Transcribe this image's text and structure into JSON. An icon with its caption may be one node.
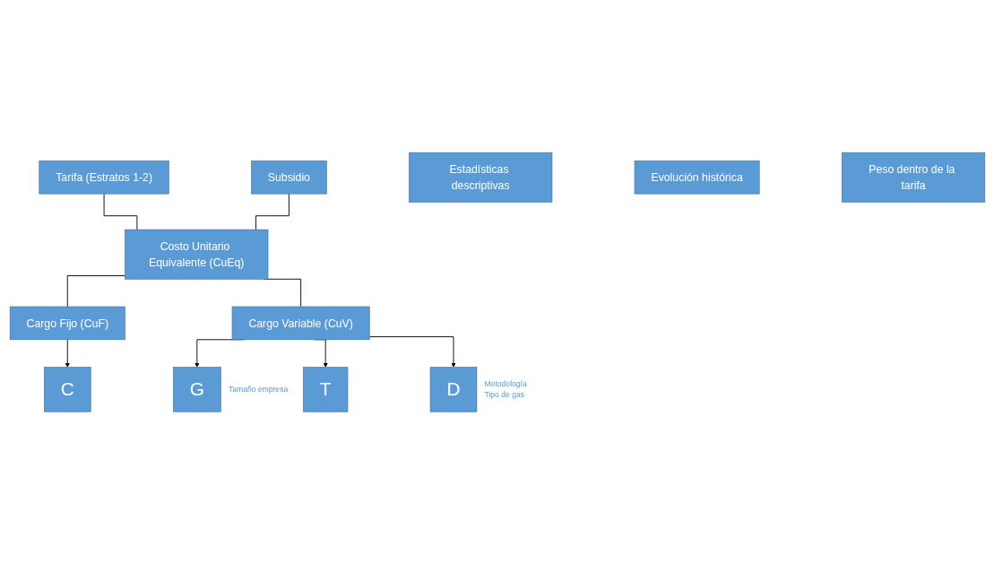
{
  "diagram": {
    "nodes": [
      {
        "text": [
          "Tarifa (Estratos 1-2)"
        ]
      },
      {
        "text": [
          "Subsidio"
        ]
      },
      {
        "text": [
          "Costo Unitario Equivalente (CuEq)"
        ]
      },
      {
        "text": [
          "Cargo Fijo (CuF)"
        ]
      },
      {
        "text": [
          "Cargo Variable (CuV)"
        ]
      },
      {
        "text": [
          "C"
        ]
      },
      {
        "text": [
          "G"
        ],
        "beside": [
          "Tamaño empresa"
        ]
      },
      {
        "text": [
          "T"
        ]
      },
      {
        "text": [
          "D"
        ],
        "beside": [
          "Metodología",
          "Tipo de gas"
        ]
      },
      {
        "text": [
          "Estadísticas descriptivas"
        ]
      },
      {
        "text": [
          "Evolución histórica"
        ]
      },
      {
        "text": [
          "Peso dentro de la tarifa"
        ]
      }
    ],
    "edges": [
      {
        "from": 0,
        "to": 2,
        "arrow": "none"
      },
      {
        "from": 1,
        "to": 2,
        "arrow": "none"
      },
      {
        "from": 2,
        "to": 3,
        "arrow": "none"
      },
      {
        "from": 2,
        "to": 4,
        "arrow": "none"
      },
      {
        "from": 3,
        "to": 5,
        "arrow": "to"
      },
      {
        "from": 4,
        "to": 6,
        "arrow": "to"
      },
      {
        "from": 4,
        "to": 7,
        "arrow": "to"
      },
      {
        "from": 4,
        "to": 8,
        "arrow": "to"
      }
    ]
  }
}
